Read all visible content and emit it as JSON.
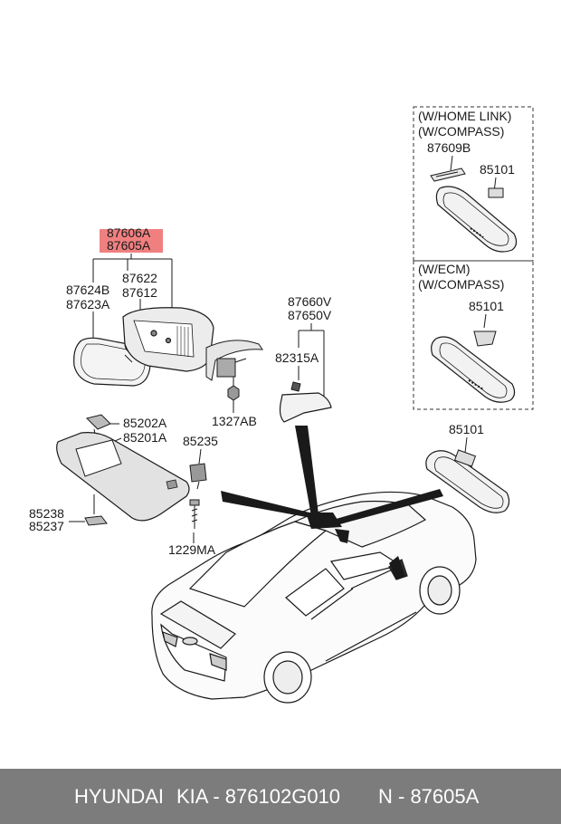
{
  "callouts": {
    "mirror_assy_1": "87606A",
    "mirror_assy_2": "87605A",
    "glass_1": "87624B",
    "glass_2": "87623A",
    "actuator_1": "87622",
    "actuator_2": "87612",
    "cover_1": "87660V",
    "cover_2": "87650V",
    "screw_cover": "82315A",
    "nut": "1327AB",
    "visor_1": "85202A",
    "visor_2": "85201A",
    "visor_clip": "85235",
    "visor_holder_1": "85238",
    "visor_holder_2": "85237",
    "screw": "1229MA",
    "inside_mirror_plain": "85101"
  },
  "option_box_1": {
    "line_1": "(W/HOME LINK)",
    "line_2": "(W/COMPASS)",
    "part_a": "87609B",
    "part_b": "85101"
  },
  "option_box_2": {
    "line_1": "(W/ECM)",
    "line_2": "(W/COMPASS)",
    "part_a": "85101"
  },
  "footer": {
    "brand": "HYUNDAI",
    "make": "KIA - 876102G010",
    "ref": "N - 87605A"
  },
  "colors": {
    "highlight": "#f08080",
    "footer_bg": "#7c7c7c",
    "line": "#1a1a1a"
  }
}
